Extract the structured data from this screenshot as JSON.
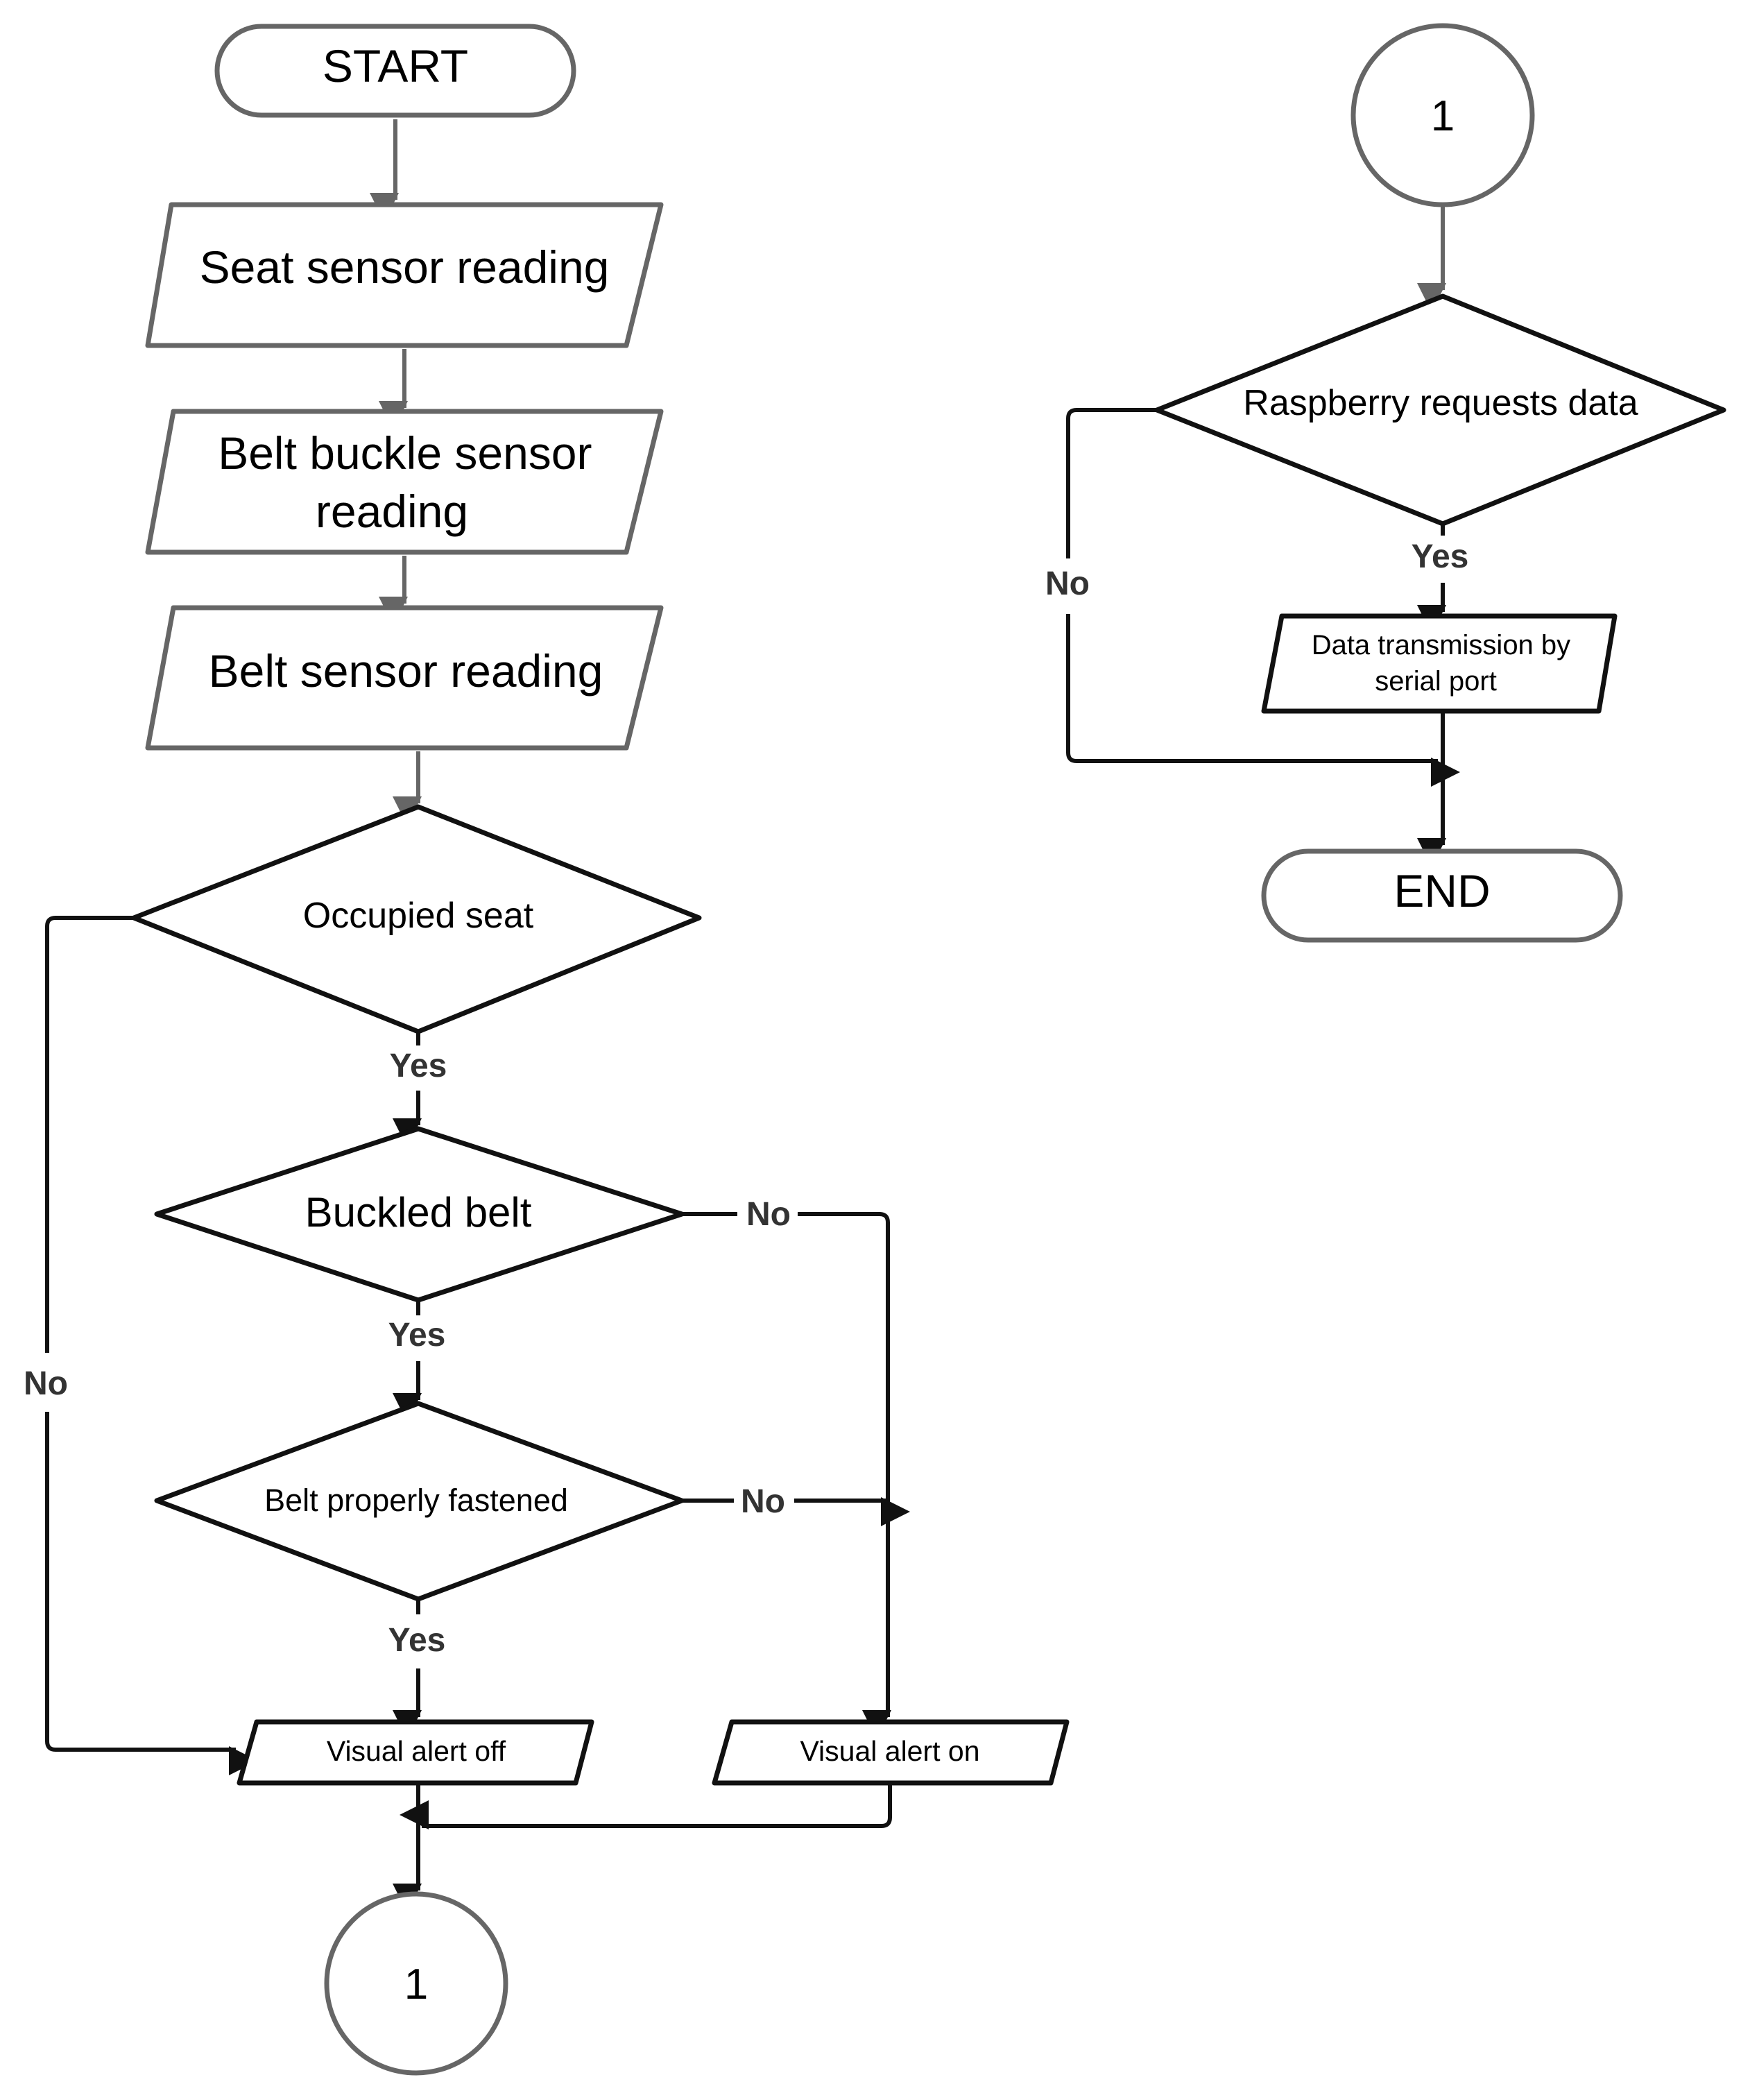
{
  "colors": {
    "gray_stroke": "#666666",
    "black_stroke": "#111111",
    "label_text": "#333333",
    "background": "#ffffff"
  },
  "nodes": {
    "start": "START",
    "seat_sensor": "Seat sensor reading",
    "buckle_sensor": [
      "Belt buckle sensor",
      "reading"
    ],
    "belt_sensor": "Belt sensor reading",
    "occupied_seat": "Occupied seat",
    "buckled_belt": "Buckled belt",
    "belt_fastened": "Belt properly fastened",
    "alert_off": "Visual alert off",
    "alert_on": "Visual alert on",
    "connector_bottom": "1",
    "connector_top": "1",
    "raspberry": "Raspberry requests data",
    "transmission": [
      "Data transmission by",
      "serial port"
    ],
    "end": "END"
  },
  "edge_labels": {
    "occupied_yes": "Yes",
    "occupied_no": "No",
    "buckled_yes": "Yes",
    "buckled_no": "No",
    "fastened_yes": "Yes",
    "fastened_no": "No",
    "raspberry_yes": "Yes",
    "raspberry_no": "No"
  }
}
